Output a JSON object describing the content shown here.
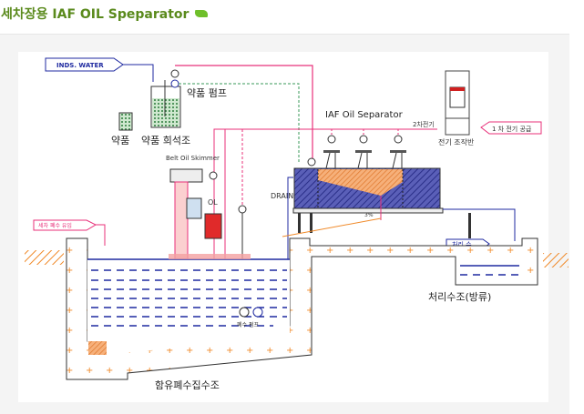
{
  "title": "세차장용 IAF OIL Speparator",
  "colors": {
    "title": "#5a8a1c",
    "water": "#1f2aa0",
    "pink": "#e8307a",
    "orange": "#f08a2a",
    "hatch": "#4a4fb0"
  },
  "labels": {
    "inds_water": "INDS. WATER",
    "chem_pump": "약품 펌프",
    "chem": "약품",
    "chem_tank": "약품 희석조",
    "skimmer": "Belt Oil Skimmer",
    "ol": "OL",
    "inflow": "세차 폐수 유입",
    "separator": "IAF Oil Separator",
    "secondary_power": "2차전기",
    "primary_power": "1 차 전기 공급",
    "control_panel": "전기 조작반",
    "drain": "DRAIN",
    "slope": "3%",
    "treated_water": "처리 수",
    "treated_tank": "처리수조(방류)",
    "waste_pump": "폐수 펌프",
    "collection_tank": "함유폐수집수조"
  }
}
